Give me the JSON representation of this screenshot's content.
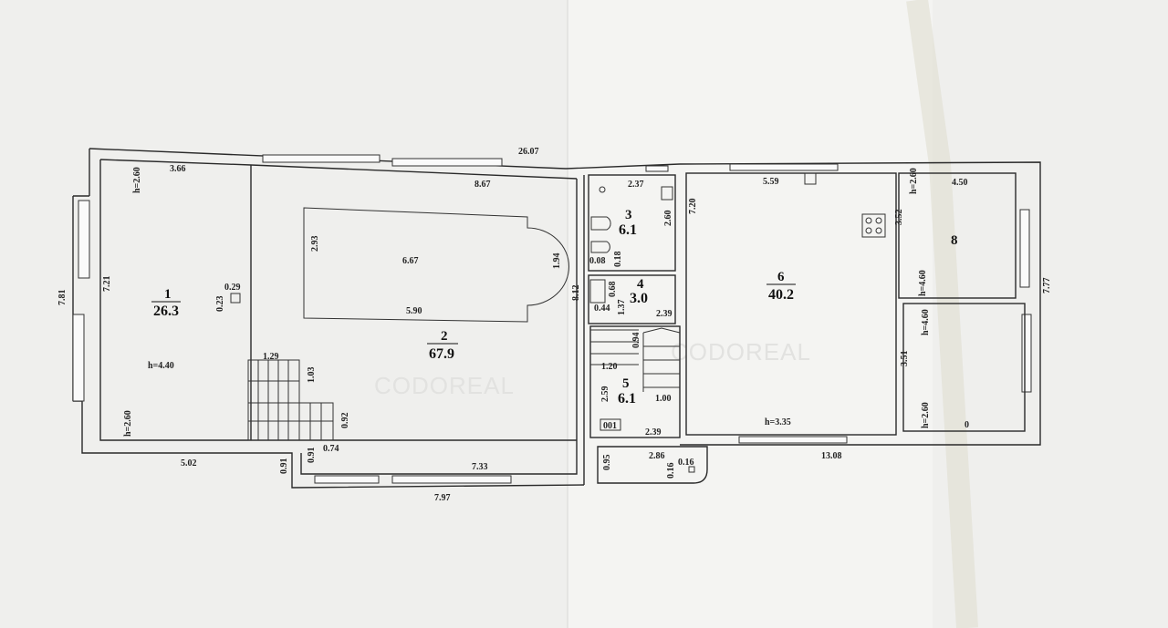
{
  "watermark": "CODOREAL",
  "rooms": [
    {
      "number": "1",
      "area": "26.3"
    },
    {
      "number": "2",
      "area": "67.9"
    },
    {
      "number": "3",
      "area": "6.1"
    },
    {
      "number": "4",
      "area": "3.0"
    },
    {
      "number": "5",
      "area": "6.1"
    },
    {
      "number": "6",
      "area": "40.2"
    },
    {
      "number": "8",
      "area": ""
    }
  ],
  "marker_001": "001",
  "dimensions": {
    "total_top": "26.07",
    "r1_h_top": "h=2.60",
    "r1_width": "3.66",
    "r1_length": "7.21",
    "r1_outer": "7.81",
    "r1_col_w": "0.29",
    "r1_col_h": "0.23",
    "r1_height": "h=4.40",
    "r1_h_bottom": "h=2.60",
    "r1_bottom": "5.02",
    "r2_top": "8.67",
    "pool_h": "2.93",
    "pool_len": "6.67",
    "pool_arc": "1.94",
    "pool_bottom": "5.90",
    "stair_w": "1.29",
    "stair_h": "1.03",
    "stair2_h": "0.92",
    "step_a": "0.91",
    "step_b": "0.91",
    "step_c": "0.74",
    "r2_bottom": "7.33",
    "outer_bottom": "7.97",
    "mid_height": "8.12",
    "r3_w": "2.37",
    "r3_h": "2.60",
    "r3_a": "0.08",
    "r3_b": "0.18",
    "r4_a": "0.68",
    "r4_b": "0.44",
    "r4_c": "1.37",
    "r4_w": "2.39",
    "r5_a": "0.94",
    "r5_b": "1.20",
    "r5_c": "2.59",
    "r5_d": "1.00",
    "r5_w": "2.39",
    "porch_w": "2.86",
    "porch_a": "0.95",
    "porch_b": "0.16",
    "porch_c": "0.16",
    "r6_w": "5.59",
    "r6_h": "7.20",
    "r6_height": "h=3.35",
    "right_total": "13.08",
    "r8_h_top": "h=2.60",
    "r8_w": "4.50",
    "r8_h": "3.52",
    "r8_height": "h=4.60",
    "r9_height": "h=4.60",
    "r9_h": "3.51",
    "r9_h_bottom": "h=2.60",
    "r9_partial": "0",
    "right_outer": "7.77"
  }
}
